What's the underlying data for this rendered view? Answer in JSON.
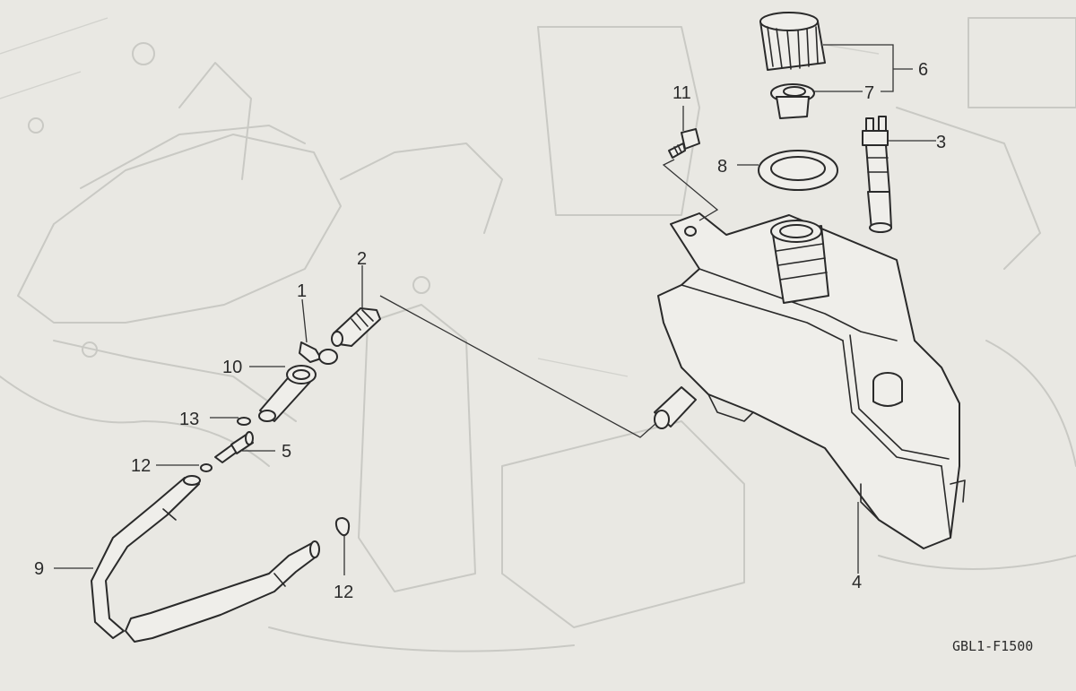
{
  "diagram": {
    "callouts": {
      "c1": "1",
      "c2": "2",
      "c3": "3",
      "c4": "4",
      "c5": "5",
      "c6": "6",
      "c7": "7",
      "c8": "8",
      "c9": "9",
      "c10": "10",
      "c11": "11",
      "c12a": "12",
      "c12b": "12",
      "c13": "13"
    },
    "figure_code": "GBL1-F1500"
  }
}
